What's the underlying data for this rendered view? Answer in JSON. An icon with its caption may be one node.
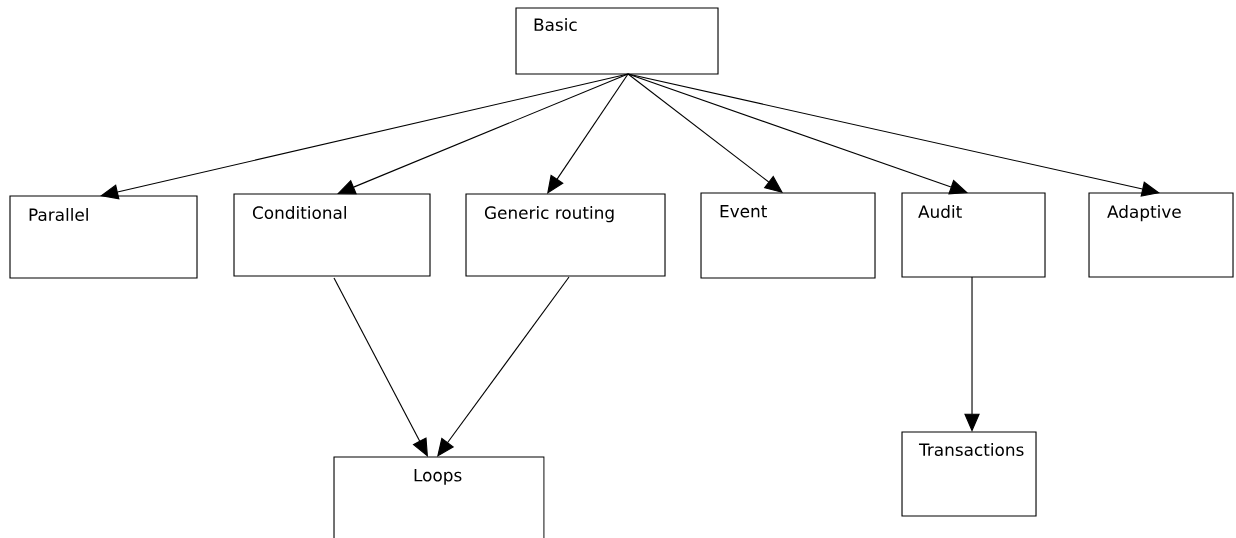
{
  "diagram": {
    "nodes": [
      {
        "text": [
          "Basic"
        ]
      },
      {
        "text": [
          "Parallel"
        ]
      },
      {
        "text": [
          "Conditional"
        ]
      },
      {
        "text": [
          "Generic routing"
        ]
      },
      {
        "text": [
          "Event"
        ]
      },
      {
        "text": [
          "Audit"
        ]
      },
      {
        "text": [
          "Adaptive"
        ]
      },
      {
        "text": [
          "Loops"
        ]
      },
      {
        "text": [
          "Transactions"
        ]
      }
    ],
    "edges": [
      {
        "from": 0,
        "to": 1,
        "arrow": "to"
      },
      {
        "from": 0,
        "to": 2,
        "arrow": "to"
      },
      {
        "from": 0,
        "to": 3,
        "arrow": "to"
      },
      {
        "from": 0,
        "to": 4,
        "arrow": "to"
      },
      {
        "from": 0,
        "to": 5,
        "arrow": "to"
      },
      {
        "from": 0,
        "to": 6,
        "arrow": "to"
      },
      {
        "from": 2,
        "to": 7,
        "arrow": "to"
      },
      {
        "from": 3,
        "to": 7,
        "arrow": "to"
      },
      {
        "from": 5,
        "to": 8,
        "arrow": "to"
      }
    ]
  }
}
